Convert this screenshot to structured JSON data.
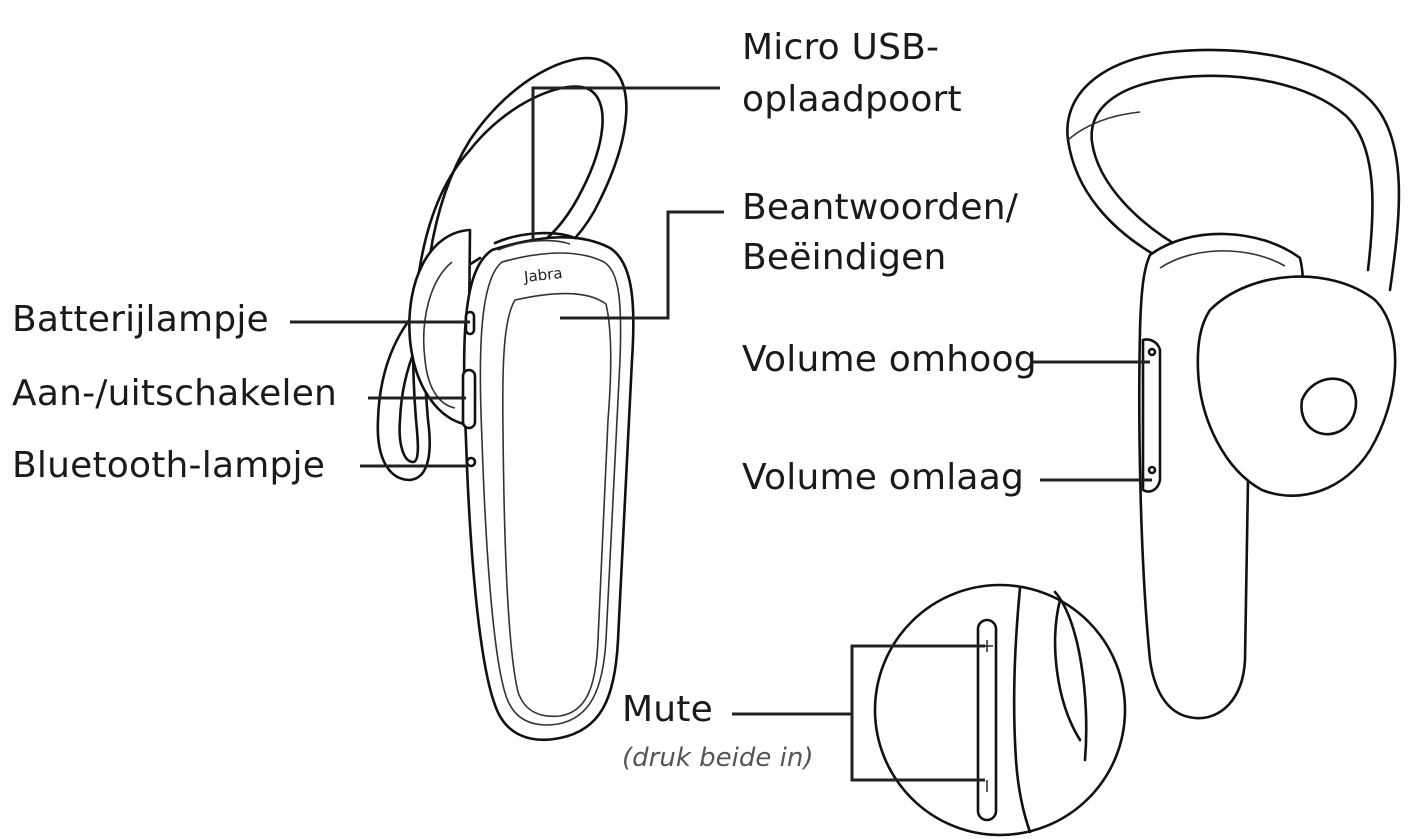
{
  "labels": {
    "micro_usb_line1": "Micro USB-",
    "micro_usb_line2": "oplaadpoort",
    "answer_line1": "Beantwoorden/",
    "answer_line2": "Beëindigen",
    "battery_light": "Batterijlampje",
    "power": "Aan-/uitschakelen",
    "bluetooth_light": "Bluetooth-lampje",
    "volume_up": "Volume omhoog",
    "volume_down": "Volume omlaag",
    "mute": "Mute",
    "mute_note": "(druk beide in)"
  },
  "device": {
    "brand_mark": "Jabra"
  },
  "colors": {
    "text": "#1a1a1a",
    "note_text": "#555555",
    "lines": "#222222"
  }
}
